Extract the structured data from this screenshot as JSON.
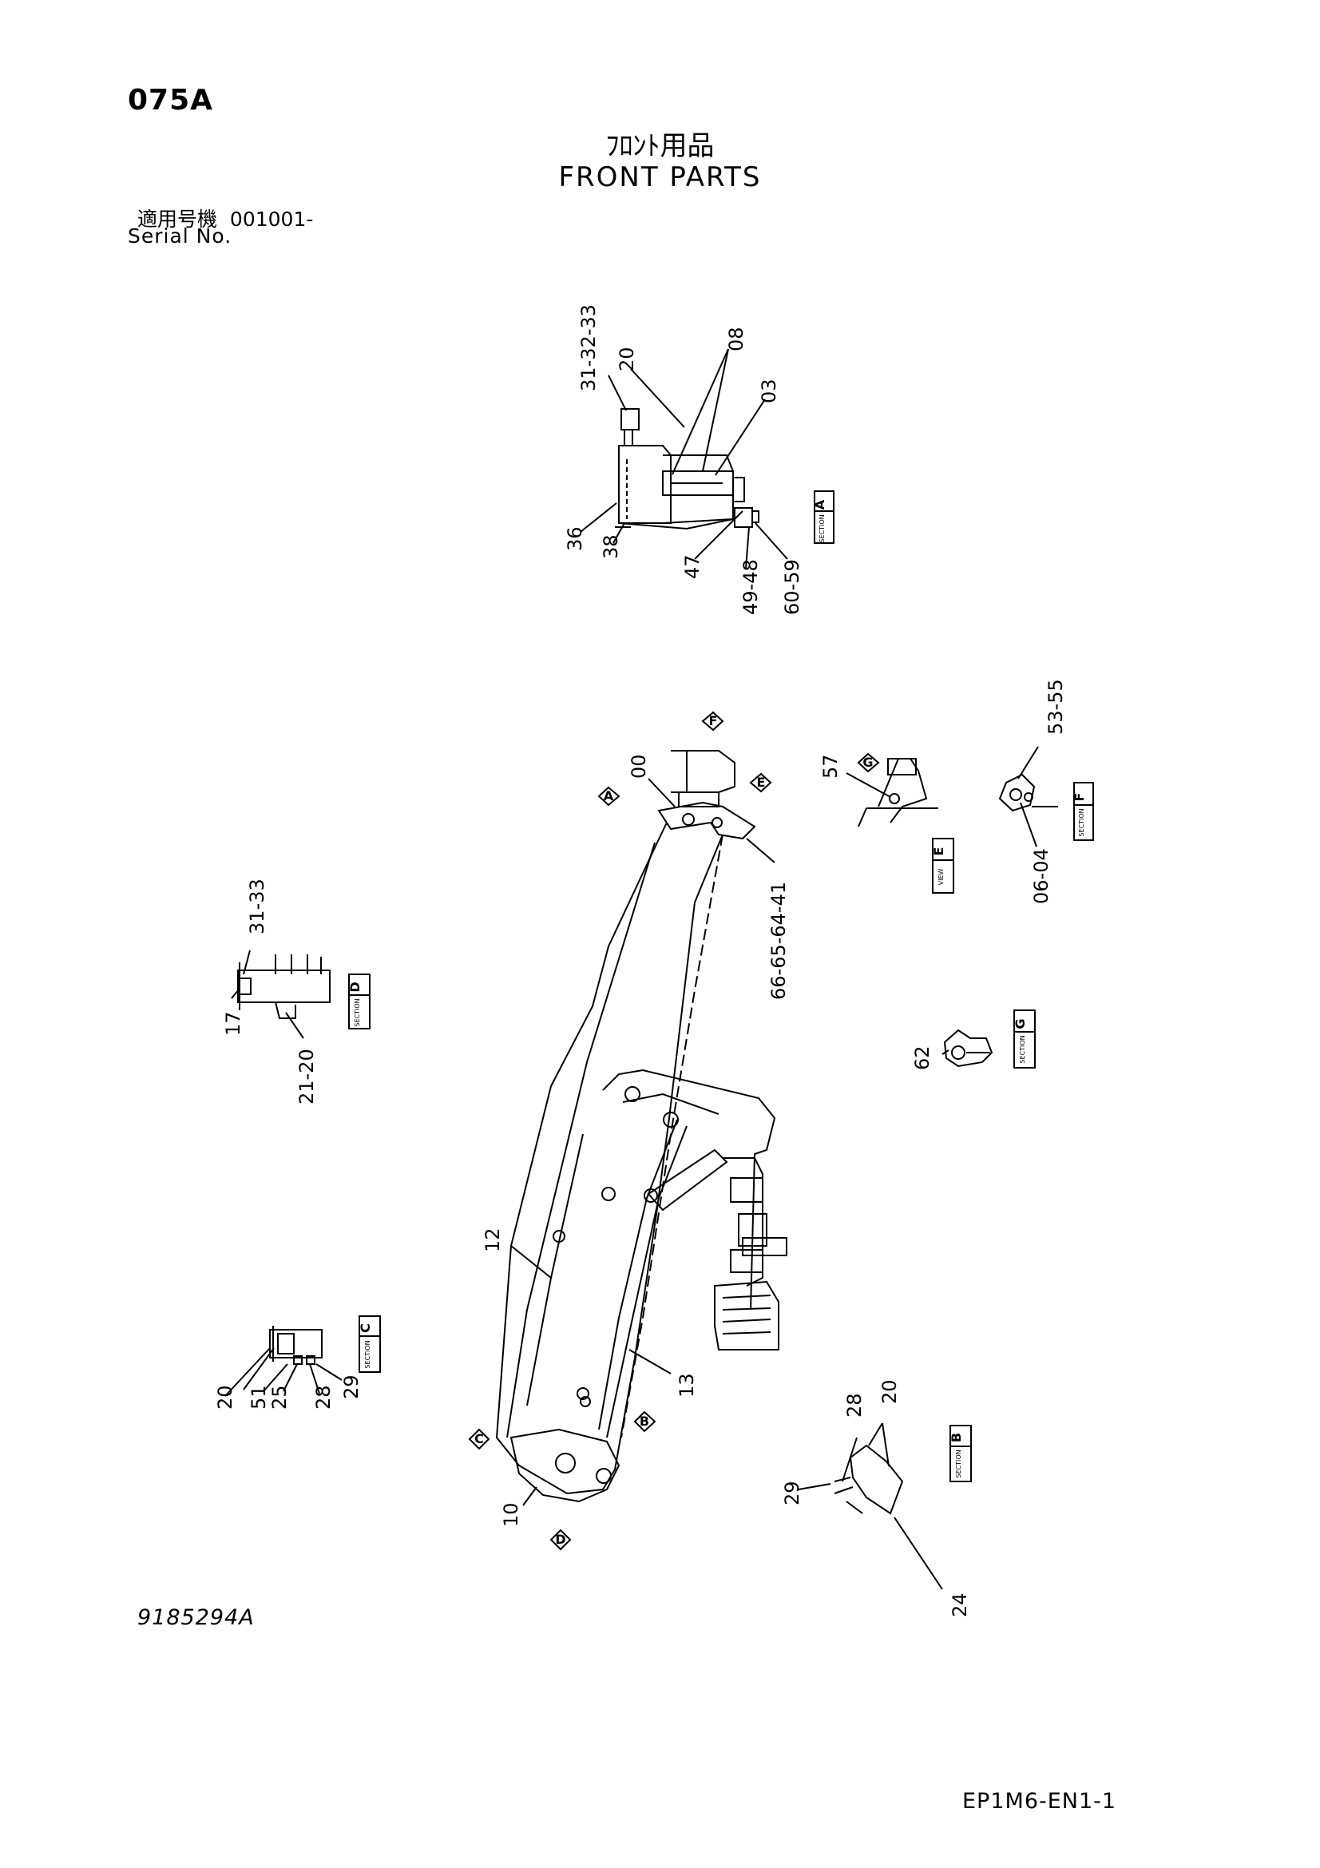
{
  "header": {
    "page_code": "075A",
    "title_jp": "ﾌﾛﾝﾄ用品",
    "title_en": "FRONT PARTS",
    "serial_label_jp": "適用号機",
    "serial_value": "001001-",
    "serial_label_en": "Serial No."
  },
  "footer": {
    "drawing_number": "9185294A",
    "doc_code": "EP1M6-EN1-1"
  },
  "section_tags": {
    "a": "A",
    "b": "B",
    "c": "C",
    "d": "D",
    "e": "E",
    "f": "F",
    "g": "G",
    "small_text": "SECTION",
    "view_text": "VIEW"
  },
  "callouts": {
    "a": [
      "31-32-33",
      "20",
      "08",
      "03",
      "36",
      "38",
      "47",
      "49-48",
      "60-59"
    ],
    "main": [
      "00",
      "66-65-64-41",
      "12",
      "13",
      "10"
    ],
    "e": [
      "57"
    ],
    "f": [
      "53-55",
      "06-04"
    ],
    "d": [
      "31-33",
      "17",
      "21-20"
    ],
    "g": [
      "62"
    ],
    "c": [
      "20",
      "51",
      "25",
      "28",
      "29"
    ],
    "b": [
      "28",
      "20",
      "29",
      "24"
    ]
  }
}
